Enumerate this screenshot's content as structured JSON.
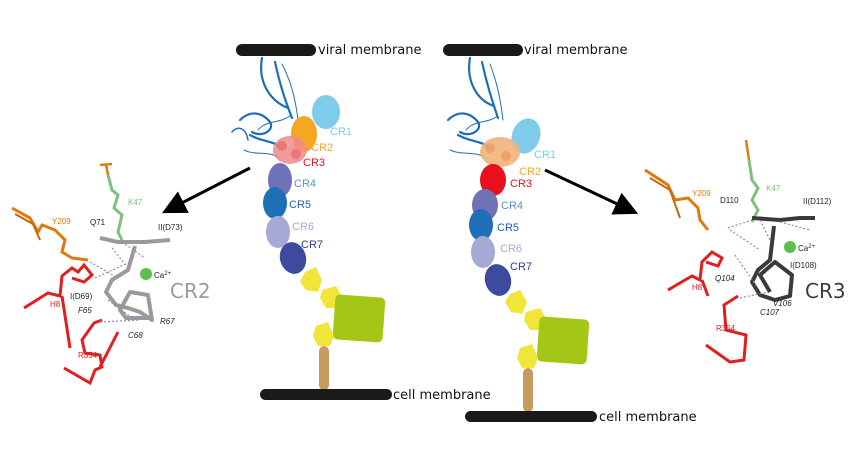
{
  "membranes": {
    "viral": "viral membrane",
    "cell": "cell membrane"
  },
  "domains": [
    "CR1",
    "CR2",
    "CR3",
    "CR4",
    "CR5",
    "CR6",
    "CR7"
  ],
  "colors": {
    "CR1": "#7ecbea",
    "CR2": "#f5a623",
    "CR3": "#e8101e",
    "CR4": "#6f72b6",
    "CR5": "#1f6fb8",
    "CR6": "#a6a8d6",
    "CR7": "#3d4b9e",
    "CR1_label": "#7ecbea",
    "CR2_label": "#f5a623",
    "CR3_label": "#e8101e",
    "CR4_label": "#5a8fd0",
    "CR5_label": "#1f5fa8",
    "CR6_label": "#a6a8d6",
    "CR7_label": "#2e3d90",
    "membrane": "#1a1a1a",
    "stalk": "#c89a60",
    "egf": "#f2e53a",
    "propeller": "#a4c617",
    "helix_gray": "#9a9a9a",
    "helix_dark": "#3a3a3a",
    "res_red": "#e02020",
    "res_orange": "#e07a10",
    "res_green": "#7fbf7f",
    "calcium": "#5cbf4a"
  },
  "left_panel": {
    "title": "CR2",
    "calcium_label": "Ca",
    "calcium_sup": "2+",
    "residues": {
      "k47": "K47",
      "y209": "Y209",
      "q71": "Q71",
      "d73": "II(D73)",
      "d69": "I(D69)",
      "h8": "H8",
      "f65": "F65",
      "r67": "R67",
      "c68": "C68",
      "r354": "R354"
    }
  },
  "right_panel": {
    "title": "CR3",
    "calcium_label": "Ca",
    "calcium_sup": "2+",
    "residues": {
      "k47": "K47",
      "y209": "Y209",
      "d110": "D110",
      "d112": "II(D112)",
      "d108": "I(D108)",
      "h8": "H8",
      "q104": "Q104",
      "v106": "V106",
      "c107": "C107",
      "r354": "R354"
    }
  }
}
